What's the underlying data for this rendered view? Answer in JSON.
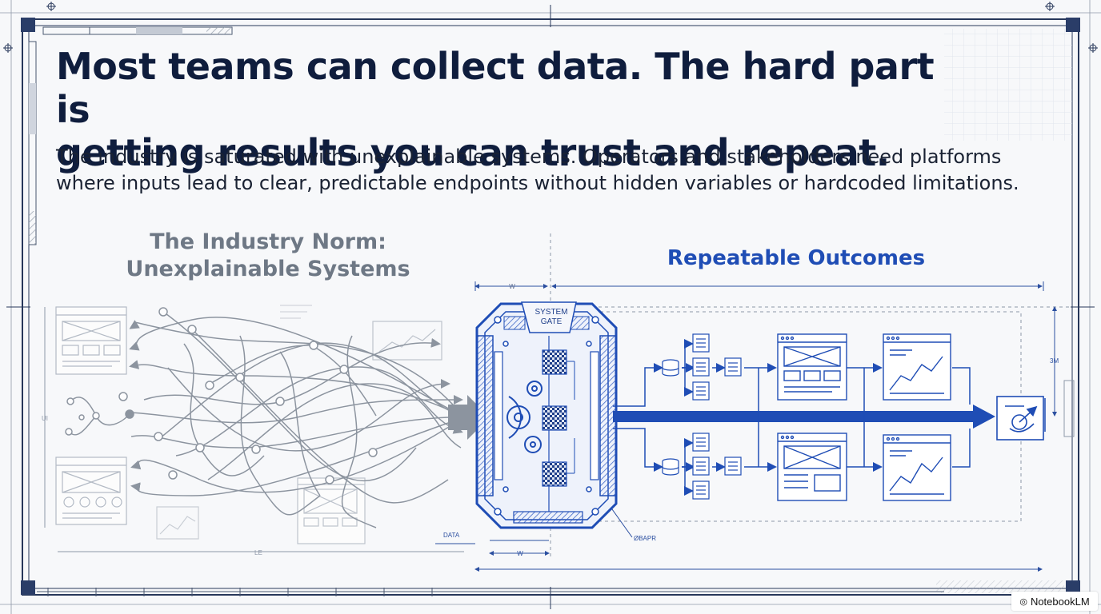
{
  "heading": {
    "line1": "Most teams can collect data. The hard part is",
    "line2": "getting results you can trust and repeat."
  },
  "subheading": {
    "line1": "The industry is saturated with unexplainable systems. Operators and stakeholders need platforms",
    "line2": "where inputs lead to clear, predictable endpoints without hidden variables or hardcoded limitations."
  },
  "left_panel": {
    "title_line1": "The Industry Norm:",
    "title_line2": "Unexplainable Systems"
  },
  "right_panel": {
    "title": "Repeatable Outcomes"
  },
  "gate": {
    "label_line1": "SYSTEM",
    "label_line2": "GATE"
  },
  "dimension_labels": {
    "w_top": "W",
    "w_bottom": "W",
    "data": "DATA",
    "bapr": "ØBAPR",
    "ui": "UI",
    "le": "LE",
    "right_dim": "3M"
  },
  "brand": {
    "name": "NotebookLM"
  },
  "colors": {
    "title": "#0f1d3d",
    "accent_blue": "#1f4db5",
    "gray_sketch": "#6e7885",
    "frame_line": "#27375a"
  }
}
